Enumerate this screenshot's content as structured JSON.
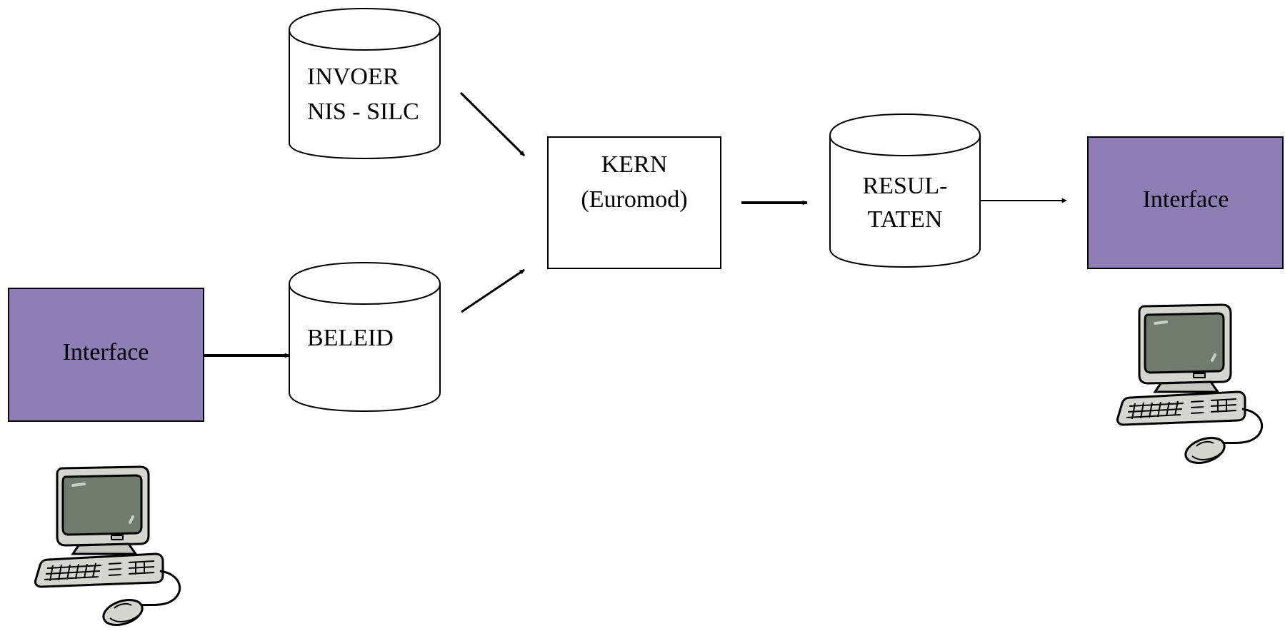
{
  "nodes": {
    "invoer": {
      "line1": "INVOER",
      "line2": "NIS - SILC"
    },
    "beleid": {
      "label": "BELEID"
    },
    "kern": {
      "line1": "KERN",
      "line2": "(Euromod)"
    },
    "resultaten": {
      "line1": "RESUL-",
      "line2": "TATEN"
    },
    "interface_left": {
      "label": "Interface"
    },
    "interface_right": {
      "label": "Interface"
    }
  },
  "colors": {
    "interface_fill": "#8f7db5",
    "outline": "#000000",
    "background": "#ffffff"
  },
  "icons": [
    "computer-icon",
    "computer-icon"
  ]
}
